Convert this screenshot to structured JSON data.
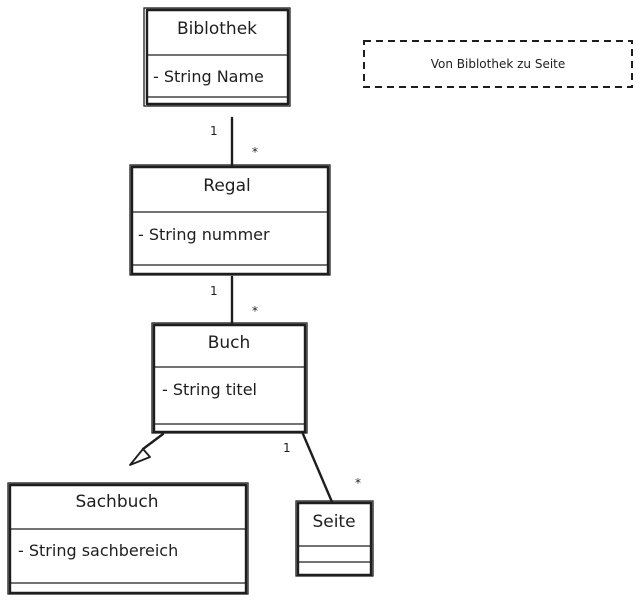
{
  "classes": {
    "bibliothek": {
      "name": "Biblothek",
      "attribute": "- String Name"
    },
    "regal": {
      "name": "Regal",
      "attribute": "- String nummer"
    },
    "buch": {
      "name": "Buch",
      "attribute": "- String titel"
    },
    "sachbuch": {
      "name": "Sachbuch",
      "attribute": "- String sachbereich"
    },
    "seite": {
      "name": "Seite"
    }
  },
  "associations": {
    "bibliothek_regal": {
      "source": "1",
      "target": "*"
    },
    "regal_buch": {
      "source": "1",
      "target": "*"
    },
    "buch_seite": {
      "source": "1",
      "target": "*"
    }
  },
  "note": {
    "text": "Von Biblothek zu Seite"
  },
  "colors": {
    "stroke": "#1e1e1e",
    "background": "#ffffff"
  }
}
